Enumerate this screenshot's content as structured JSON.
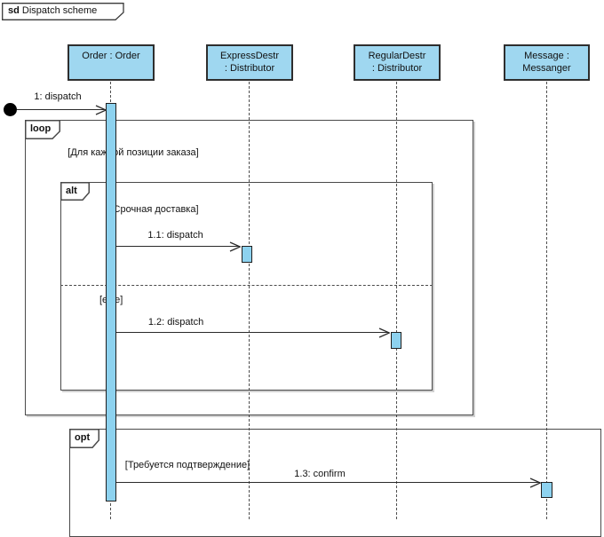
{
  "colors": {
    "background": "#ffffff",
    "header_fill": "#9fd7f0",
    "activation_fill": "#8dd2ef",
    "node_border": "#2e2e2e",
    "fragment_border": "#4a4a4a",
    "message_line": "#2a2a2a"
  },
  "title": {
    "keyword": "sd",
    "name": "Dispatch scheme"
  },
  "lifelines": [
    {
      "id": "order",
      "line1": "Order : Order",
      "line2": ""
    },
    {
      "id": "express",
      "line1": "ExpressDestr",
      "line2": ": Distributor"
    },
    {
      "id": "regular",
      "line1": "RegularDestr",
      "line2": ": Distributor"
    },
    {
      "id": "message",
      "line1": "Message :",
      "line2": "Messanger"
    }
  ],
  "messages": {
    "m1": "1: dispatch",
    "m11": "1.1: dispatch",
    "m12": "1.2: dispatch",
    "m13": "1.3: confirm"
  },
  "fragments": {
    "loop": {
      "operator": "loop",
      "guard": "[Для каждой позиции заказа]"
    },
    "alt": {
      "operator": "alt",
      "guard1": "[Срочная доставка]",
      "guard2": "[else]"
    },
    "opt": {
      "operator": "opt",
      "guard": "[Требуется подтверждение]"
    }
  }
}
